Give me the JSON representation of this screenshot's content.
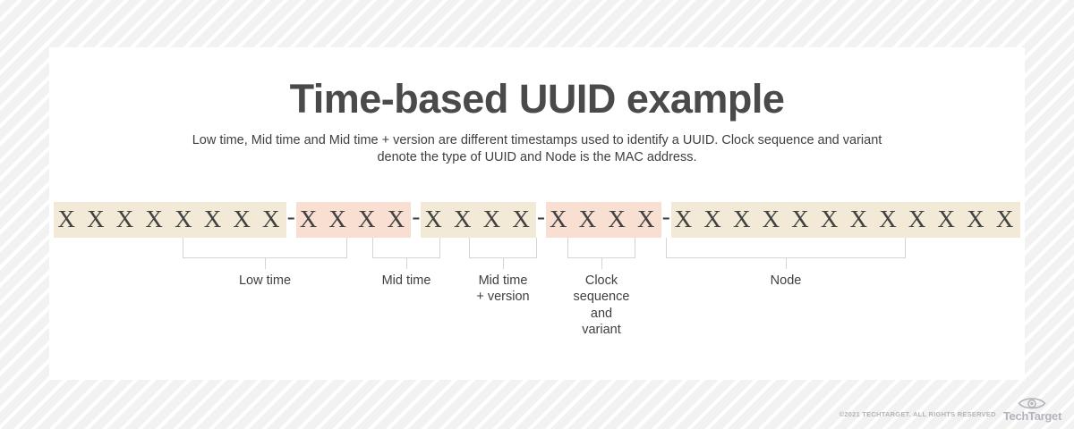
{
  "title": "Time-based UUID example",
  "subtitle": "Low time, Mid time and Mid time + version are different timestamps used to identify a UUID.\nClock sequence and variant denote the type of UUID and Node is the MAC address.",
  "colors": {
    "cream": "#f2ead6",
    "pink": "#f9dfd2",
    "text": "#414141",
    "title": "#4a4a4a",
    "bracket": "#d4d4d4",
    "card": "#ffffff"
  },
  "separator": "-",
  "segments": [
    {
      "id": "low-time",
      "chars": "X X X X X X X X",
      "count": 8,
      "fill": "cream",
      "label": "Low time"
    },
    {
      "id": "mid-time",
      "chars": "X X X X",
      "count": 4,
      "fill": "pink",
      "label": "Mid time"
    },
    {
      "id": "mid-time-version",
      "chars": "X X X X",
      "count": 4,
      "fill": "cream",
      "label": "Mid time\n+ version"
    },
    {
      "id": "clock-sequence-variant",
      "chars": "X X X X",
      "count": 4,
      "fill": "pink",
      "label": "Clock\nsequence\nand\nvariant"
    },
    {
      "id": "node",
      "chars": "X X X X X X X X X X X X",
      "count": 12,
      "fill": "cream",
      "label": "Node"
    }
  ],
  "footer": {
    "copyright": "©2021 TECHTARGET. ALL RIGHTS RESERVED",
    "brand": "TechTarget",
    "logo": "eye-icon"
  }
}
